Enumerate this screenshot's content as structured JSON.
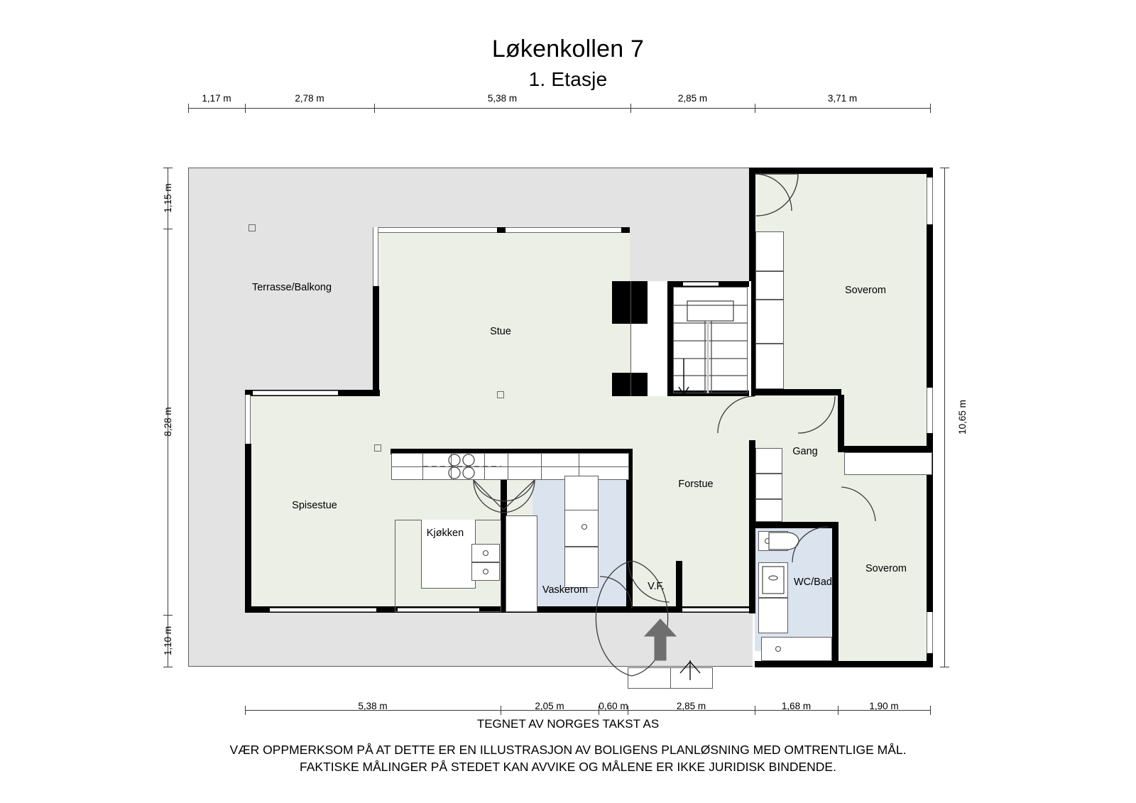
{
  "header": {
    "title": "Løkenkollen 7",
    "subtitle": "1. Etasje"
  },
  "dimensions": {
    "top": [
      {
        "label": "1,17 m"
      },
      {
        "label": "2,78 m"
      },
      {
        "label": "5,38 m"
      },
      {
        "label": "2,85 m"
      },
      {
        "label": "3,71 m"
      }
    ],
    "bottom": [
      {
        "label": "5,38 m"
      },
      {
        "label": "2,05 m"
      },
      {
        "label": "0,60 m"
      },
      {
        "label": "2,85 m"
      },
      {
        "label": "1,68 m"
      },
      {
        "label": "1,90 m"
      }
    ],
    "left": [
      {
        "label": "1,15 m"
      },
      {
        "label": "8,28 m"
      },
      {
        "label": "1,10 m"
      }
    ],
    "right": [
      {
        "label": "10,65 m"
      }
    ]
  },
  "rooms": [
    {
      "name": "Terrasse/Balkong"
    },
    {
      "name": "Stue"
    },
    {
      "name": "Spisestue"
    },
    {
      "name": "Kjøkken"
    },
    {
      "name": "Vaskerom"
    },
    {
      "name": "V.F."
    },
    {
      "name": "Forstue"
    },
    {
      "name": "Gang"
    },
    {
      "name": "WC/Bad"
    },
    {
      "name": "Soverom"
    },
    {
      "name": "Soverom"
    }
  ],
  "footer": {
    "credit": "TEGNET AV NORGES TAKST AS",
    "disclaimer_line1": "VÆR OPPMERKSOM PÅ AT DETTE ER EN ILLUSTRASJON AV BOLIGENS PLANLØSNING MED OMTRENTLIGE MÅL.",
    "disclaimer_line2": "FAKTISKE MÅLINGER PÅ STEDET KAN AVVIKE OG MÅLENE ER IKKE JURIDISK BINDENDE."
  },
  "colors": {
    "background": "#ffffff",
    "terrace_fill": "#e3e3e3",
    "room_fill": "#ecefe6",
    "wet_room_fill": "#dbe3ef",
    "wall": "#000000",
    "fixture_line": "#5d5d5d",
    "entry_arrow": "#6e6e6e"
  },
  "annotations": {
    "entry_arrow": "entrance-direction-arrow",
    "stair_arrow": "stair-down-arrow"
  }
}
